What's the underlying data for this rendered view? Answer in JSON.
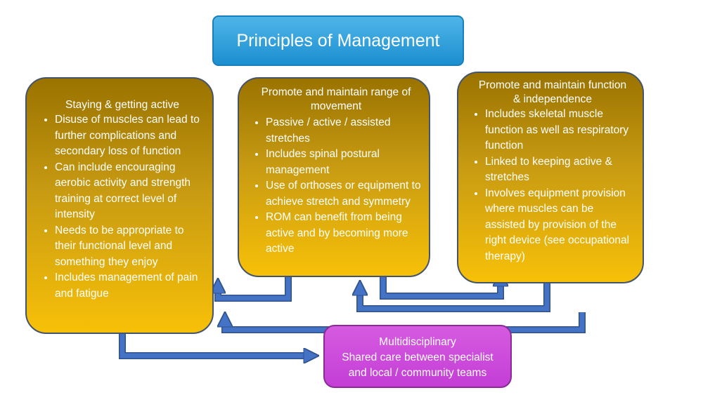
{
  "title": "Principles of Management",
  "box1": {
    "heading": "Staying & getting active",
    "bullets": [
      "Disuse of muscles can lead to further complications and secondary loss of function",
      "Can include encouraging aerobic activity and strength training at correct level of intensity",
      "Needs to be appropriate to their functional level and something they enjoy",
      "Includes management of pain and fatigue"
    ]
  },
  "box2": {
    "heading": "Promote and maintain range of movement",
    "bullets": [
      "Passive / active / assisted stretches",
      "Includes spinal postural management",
      "Use of orthoses or equipment to achieve stretch and symmetry",
      "ROM can benefit from being active and by becoming more active"
    ]
  },
  "box3": {
    "heading": "Promote and maintain function & independence",
    "bullets": [
      "Includes skeletal muscle function as well as respiratory function",
      "Linked to keeping active & stretches",
      "Involves equipment provision where muscles can be assisted by provision of the right device (see occupational therapy)"
    ]
  },
  "multidisciplinary": {
    "heading": "Multidisciplinary",
    "text": "Shared care between specialist and local / community teams"
  },
  "colors": {
    "title_fill": "#1c8fd0",
    "box_fill_top": "#9a7300",
    "box_fill_bottom": "#f7c008",
    "multi_fill": "#c43ed6",
    "arrow_fill": "#4472c4"
  }
}
